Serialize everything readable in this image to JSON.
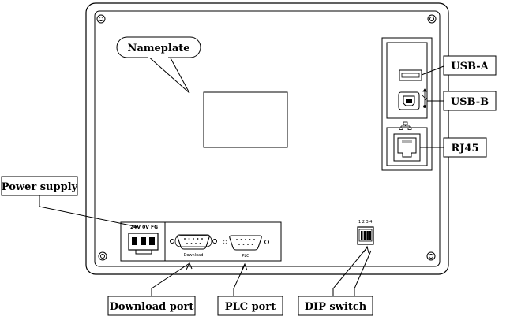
{
  "callouts": {
    "nameplate": "Nameplate",
    "usb_a": "USB-A",
    "usb_b": "USB-B",
    "rj45": "RJ45",
    "power_supply": "Power supply",
    "download_port": "Download port",
    "plc_port": "PLC port",
    "dip_switch": "DIP switch"
  },
  "connector_labels": {
    "power_pins": "24V  0V  FG",
    "download": "Download",
    "plc": "PLC",
    "dip_numbers": "1 2 3 4"
  },
  "icons": {
    "usb_symbol": "usb-icon",
    "network_symbol": "network-icon"
  },
  "colors": {
    "line": "#000000",
    "background": "#ffffff"
  }
}
